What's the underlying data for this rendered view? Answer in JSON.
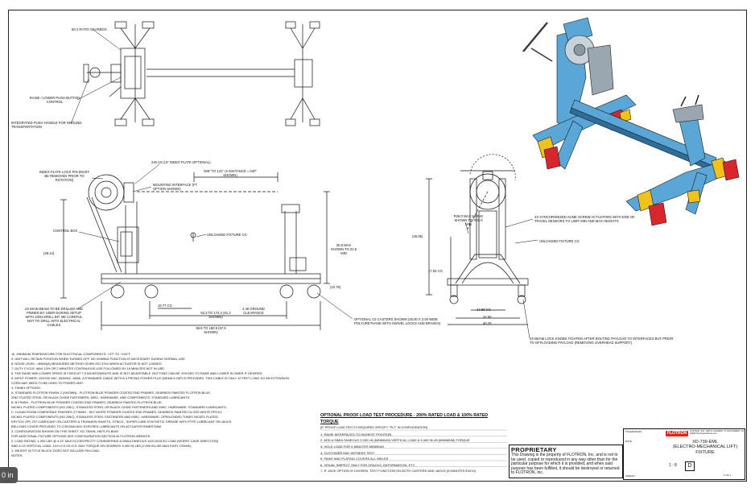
{
  "top_view": {
    "gearbox": "60:1 RATIO GEARBOX",
    "raise_lower": "RAISE / LOWER PUSH BUTTON CONTROL",
    "push_handle": "INTEGRATED PUSH HANDLE FOR GROUND TRANSPORTATION"
  },
  "side_view": {
    "index_pin": "INDEX PLATE LOCK PIN (MUST BE REMOVED PRIOR TO ROTATION)",
    "mount_plate": "240-10 (13\" INDEX PLATE OPTIONAL)",
    "range_top": "036\" TO 141\" (H DISTANCE = 040\" SHOWN)",
    "mounting_interface": "MOUNTING INTERFACE (FT OPTION SHOWN)",
    "control_box": "CONTROL BOX",
    "unloaded_cg": "UNLOADED FIXTURE CG",
    "height_left": "(36.14)",
    "max_shown": "30.8 MAX SHOWN TO 22.6 MIN",
    "dim_1075": "(10.75)",
    "dim_1577": "15.77 CG",
    "dim_span": "63.3 TO 174.2 (81.3 SHOWN)",
    "ground_clearance": "4.46 GROUND CLEARANCE",
    "overall": "99.9 TO 180.9 (97.9 SHOWN)",
    "main_beam": "2X MAIN BEAM TO BE DRILLED AND PINNED BY USER DURING SETUP WITH 23/64 DRILL BIT. BE CAREFUL NOT TO DRILL INTO ELECTRICAL CABLES",
    "casters": "OPTIONAL C5 CASTERS SHOWN (25.00 X 2.00 WIDE POLYURETHANE WITH SWIVEL LOCKS AND BRAKES)"
  },
  "end_view": {
    "height": "(46.09)",
    "swing": "R28.0 MAX SWING SHOWN TO R22.0 MIN",
    "actuators": "4X SYNCHRONIZED ACME SCREW ACTUATORS WITH END OF TRAVEL SENSORS TO LIMIT MIN AND MAX HEIGHTS",
    "unloaded_cg": "UNLOADED FIXTURE CG",
    "dim_1754": "17.54 CG",
    "dim_1489": "14.89 CG",
    "dim_3250": "32.50",
    "dim_4025": "40.25",
    "beam_lock": "4X BEAM LOCK KNOBS TIGHTEN AFTER BOLTING PAYLOAD TO INTERFACES BUT PRIOR TO OFFLOADING PAYLOAD (REMOVING OVERHEAD SUPPORT)"
  },
  "notes": [
    "10. MINIMUM TEMPERATURE FOR ELECTRICAL COMPONENTS: +4°F TO +104°F",
    "9.  UNIT WILL RETAIN POSITION WHEN TURNED OFF. NO HOMING FUNCTION IS NECESSARY DURING NORMAL USE.",
    "8.  NOISE LEVEL: <65dB(A) MEASURED METHOD GIVEN ISO 3744 WHEN ACTUATOR IS NOT LOADED.",
    "7.  DUTY CYCLE: MAX 10% OR 2 MINUTES CONTINUOUS USE FOLLOWED BY 18 MINUTES NOT IN USE.",
    "6.  THE RAISE AND LOWER SPEED IS FIXED AT 7.5 INCHES/MINUTE AND IS NOT ADJUSTABLE. BUTTONS CAN BE JOGGED TO RAISE AND LOWER SLOWER IF DESIRED.",
    "5.  INPUT POWER: 120/240 VAC, 50/60HZ, 10MA. A STANDARD CABLE WITH A 3 PRONG POWER PLUG (NEMA 5-15P) IS PROVIDED. THIS CABLE IS ONLY 12 FEET LONG SO AN EXTENSION",
    "    CORD MAY NEED TO BE USED TO POWER UNIT.",
    "4.  FINISH OPTIONS:",
    "    a.  STANDARD FLOTRON FINISH-2 (SHOWN) - FLOTRON BLUE POWDER COATED END FRAMES, GEARBOX PAINTED FLOTRON BLUE,",
    "        ZINC PLATED STEEL OR BLACK OXIDE FASTENERS, MISC. HARDWARE, AND COMPONENTS. STANDARD LUBRICANTS.",
    "    b.  B FINISH - FLOTRON BLUE POWDER COATED END FRAMES, GEARBOX PAINTED FLOTRON BLUE,",
    "        NICKEL PLATED COMPONENTS (NO ZINC), STAINLESS STEEL OR BLACK OXIDE FASTENERS AND MISC. HARDWARE. STANDARD LUBRICANTS.",
    "    c.  CLEAN ROOM COMPATIBLE FINISHES Z FINISH - SKY WHITE POWDER COATED END FRAMES, GEARBOX PAINTED GLOSS WHITE EPOXY,",
    "        NICKEL PLATED COMPONENTS (NO ZINC), STAINLESS STEEL FASTENERS AND MISC. HARDWARE. OPEN-ENDED TUBES NICKEL PLATED.",
    "        KRYTOX GPL 207 LUBRICANT ON CASTERS & TRUNNION SHAFTS, SYNCO - SUPER LUBE SYNTHETIC GREASE WITH PTFE LUBRICANT ON JACKS.",
    "        BELLOWS COVER PROVIDED TO CONTAIN ANY EXPOSED LUBRICANTS ON ACTUATOR INNER RAM.",
    "3.  CONFIGURATION SHOWN ON THIS SHEET: XD-7394HL-H67S-F4-B040",
    "    FOR ADDITIONAL FIXTURE OPTIONS SEE CONFIGURATION SECTION IN FLOTRON WEBSITE.",
    "2.  LOAD RATING: 1,000 LBS @ 4.13\" MAX ECCENTRICITY CONSIDERING A SIMULTANEOUS 1G/0.5G/0.5G LOAD (WORST CASE DIRECTION)",
    "    AND A 1G VERTICAL LOAD. 1Gy=0.5 Gz=0.5. MAX TORQUE ON GEARBOX 5,400 IN-LBS (2,000 IN-LBS MAX EASY CRANK)",
    "1.  WEIGHT IN TITLE BLOCK DOES NOT INCLUDE PAYLOAD.",
    "NOTES:"
  ],
  "proof": {
    "title": "OPTIONAL PROOF LOAD TEST PROCEDURE - 200% RATED LOAD & 100% RATED TORQUE",
    "subtitle": "(IF PROOF LOAD TEST IS REQUIRED SPECIFY \"PLT\" IN CONFIGURATION)",
    "steps": [
      "1.  RAISE INTERFACES TO HIGHEST POSITION",
      "2.  ADD A SIMULTANEOUS 2,000 LB (MINIMUM) VERTICAL LOAD & 5,400 IN-LB (MINIMUM) TORQUE",
      "3.  HOLD LOAD FOR 5 MINUTES MINIMUM",
      "4.  CUSTOMER MAY WITNESS TEST",
      "5.  PAINT AND PLATING COVERS ALL WELDS",
      "6.  VISUAL INSPECT ONLY FOR CRACKS, DEFORMATION, ETC",
      "7.  IF JACK OPTION IS CHOSEN, TEST FUNCTION ON BOTH CASTERS AND JACKS (5 MINUTES EACH)"
    ]
  },
  "proprietary": {
    "heading": "PROPRIETARY",
    "text": "This Drawing is the property of FLOTRON, Inc. and is not to be used, copied or reproduced in any way other than for the particular purpose for which it is provided, and when said purpose has been fulfilled, it should be destroyed or returned to FLOTRON, Inc."
  },
  "title_block": {
    "logo": "FLOTRON",
    "address": "FLOTRON, INC. 2400 S. HIGHWAY 71, ESCONDIDO, CA 92029 http://www.flotron.com",
    "part_number": "XD-739-EML",
    "title_line1": "(ELECTRO-MECHANICAL LIFT)",
    "title_line2": "FIXTURE",
    "size": "D",
    "scale": "1 : 8",
    "sheet": "1 OF 1",
    "tolerances": "TOLERANCES",
    "weight": "WEIGHT",
    "approvals": "DATE"
  },
  "toast": "0 in",
  "colors": {
    "frame_blue": "#5aa6d6",
    "frame_blue_dark": "#2f6e9a",
    "caster_red": "#d9262c",
    "jack_yellow": "#f2c21b",
    "line": "#111111"
  }
}
